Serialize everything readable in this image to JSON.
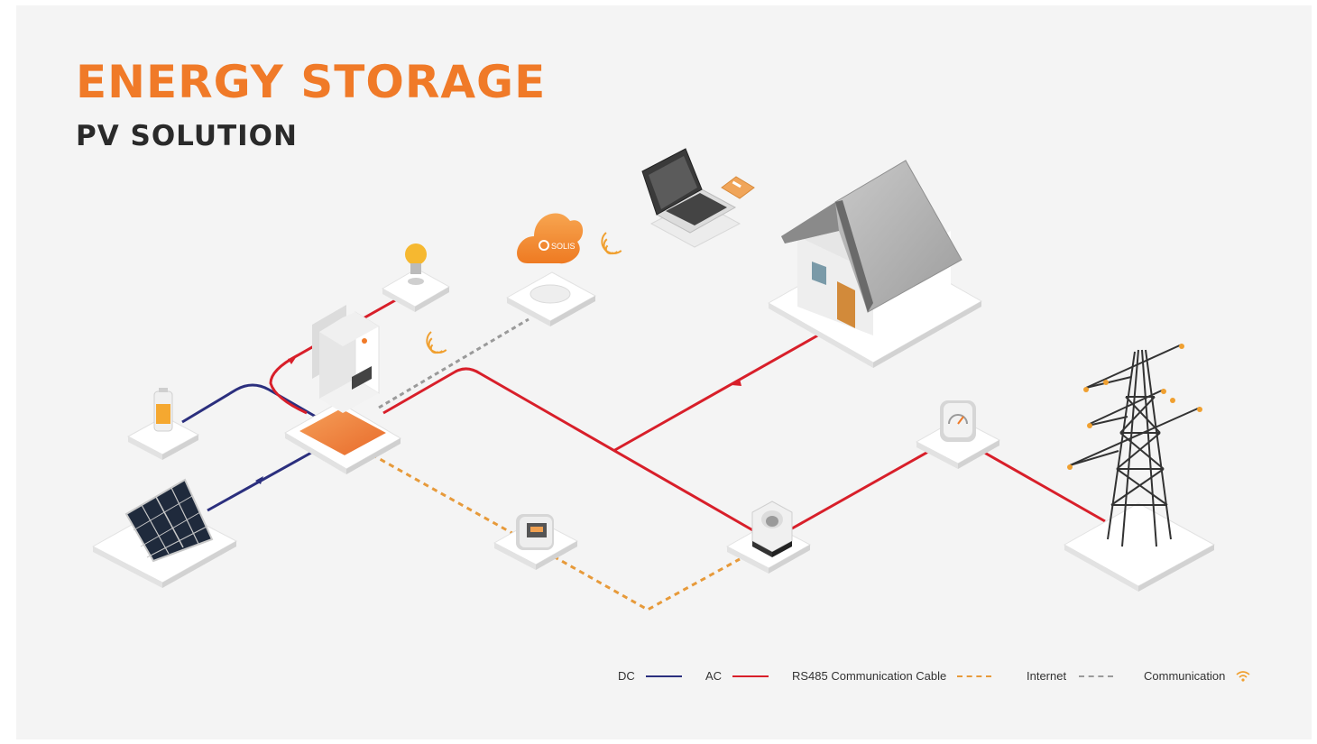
{
  "header": {
    "title": "ENERGY STORAGE",
    "subtitle": "PV SOLUTION"
  },
  "cloud": {
    "label": "SOLIS"
  },
  "legend": {
    "items": [
      {
        "label": "DC",
        "style": "solid",
        "color": "#2b2f7e"
      },
      {
        "label": "AC",
        "style": "solid",
        "color": "#d81f2a"
      },
      {
        "label": "RS485 Communication Cable",
        "style": "dashed",
        "color": "#e79a3a"
      },
      {
        "label": "Internet",
        "style": "dashed",
        "color": "#9a9a9a"
      },
      {
        "label": "Communication",
        "style": "wifi",
        "color": "#f0a030"
      }
    ]
  },
  "colors": {
    "accent": "#f07a28",
    "dc": "#2b2f7e",
    "ac": "#d81f2a",
    "rs485": "#e79a3a",
    "internet": "#9a9a9a",
    "background": "#f4f4f4"
  }
}
